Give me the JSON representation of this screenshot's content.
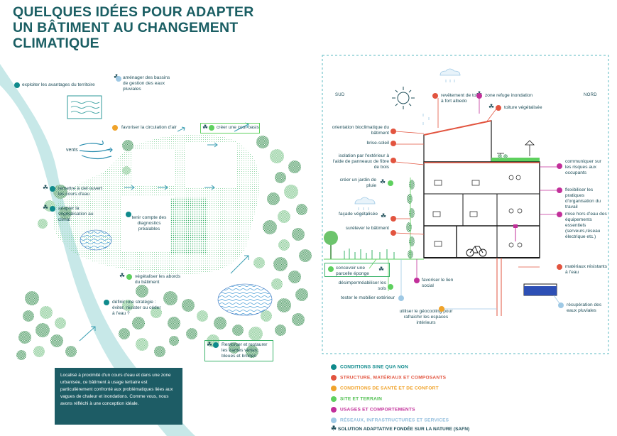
{
  "title": {
    "line1": "QUELQUES IDÉES POUR ADAPTER",
    "line2": "UN BÂTIMENT AU CHANGEMENT",
    "line3": "CLIMATIQUE"
  },
  "labels": {
    "exploiter": "exploiter les avantages du territoire",
    "bassins": "aménager des bassins de gestion des eaux pluviales",
    "circulation_air": "favoriser la circulation d'air",
    "cour_oasis": "créer une cour oasis",
    "vents": "vents",
    "remettre_ciel": "remettre à ciel ouvert les cours d'eau",
    "vegetalisation": "adapter la végétalisation au climat",
    "diagnostics": "tenir compte des diagnostics préalables",
    "abords": "végétaliser les abords du bâtiment",
    "strategie": "définir une stratégie : éviter, résister ou céder à l'eau ?",
    "trames": "Renforcer et restaurer les trames vertes, bleues et brunes",
    "sud": "SUD",
    "nord": "NORD",
    "revetement": "revêtement de toit à fort albedo",
    "refuge": "zone refuge inondation",
    "toiture": "toiture végétalisée",
    "orientation": "orientation bioclimatique du bâtiment",
    "brise_soleil": "brise-soleil",
    "isolation": "isolation par l'extérieur à l'aide de panneaux de fibre de bois",
    "jardin_pluie": "créer un jardin de pluie",
    "facade": "façade végétalisée",
    "surelever": "surélever le bâtiment",
    "parcelle": "concevoir une parcelle éponge",
    "desimpermeabiliser": "désimperméabiliser les sols",
    "lien_social": "favoriser le lien social",
    "mobilier": "tester le mobilier extérieur",
    "geocooling": "utiliser le géocooling pour rafraichir les espaces intérieurs",
    "communiquer": "communiquer sur les risques aux occupants",
    "flexibiliser": "flexibiliser les pratiques d'organisation du travail",
    "mise_hors_eau": "mise hors d'eau des équipements essentiels (serveurs,réseau électrique etc.)",
    "materiaux": "matériaux résistants à l'eau",
    "recuperation": "récupération des eaux pluviales"
  },
  "info_box": "Localisé à proximité d'un cours d'eau et dans une zone urbanisée, ce bâtiment à usage tertiaire est particulièrement confronté aux problématiques liées aux vagues de chaleur et inondations. Comme vous, nous avons réfléchi à une conception idéale.",
  "legend": [
    {
      "label": "CONDITIONS SINE QUA NON",
      "color": "#0f8a8c"
    },
    {
      "label": "STRUCTURE, MATÉRIAUX ET COMPOSANTS",
      "color": "#e2543f"
    },
    {
      "label": "CONDITIONS DE SANTÉ ET DE CONFORT",
      "color": "#f0a32a"
    },
    {
      "label": "SITE ET TERRAIN",
      "color": "#5ed05e"
    },
    {
      "label": "USAGES ET COMPORTEMENTS",
      "color": "#c22f9a"
    },
    {
      "label": "RÉSEAUX, INFRASTRUCTURES ET SERVICES",
      "color": "#9fc9e5"
    }
  ],
  "legend_sfn": "SOLUTION ADAPTATIVE FONDÉE SUR LA NATURE (SAFN)",
  "icons": {
    "leaf": "leaf-icon",
    "sun": "sun-icon",
    "cloud": "rain-cloud-icon",
    "bicycle": "bicycle-icon"
  }
}
